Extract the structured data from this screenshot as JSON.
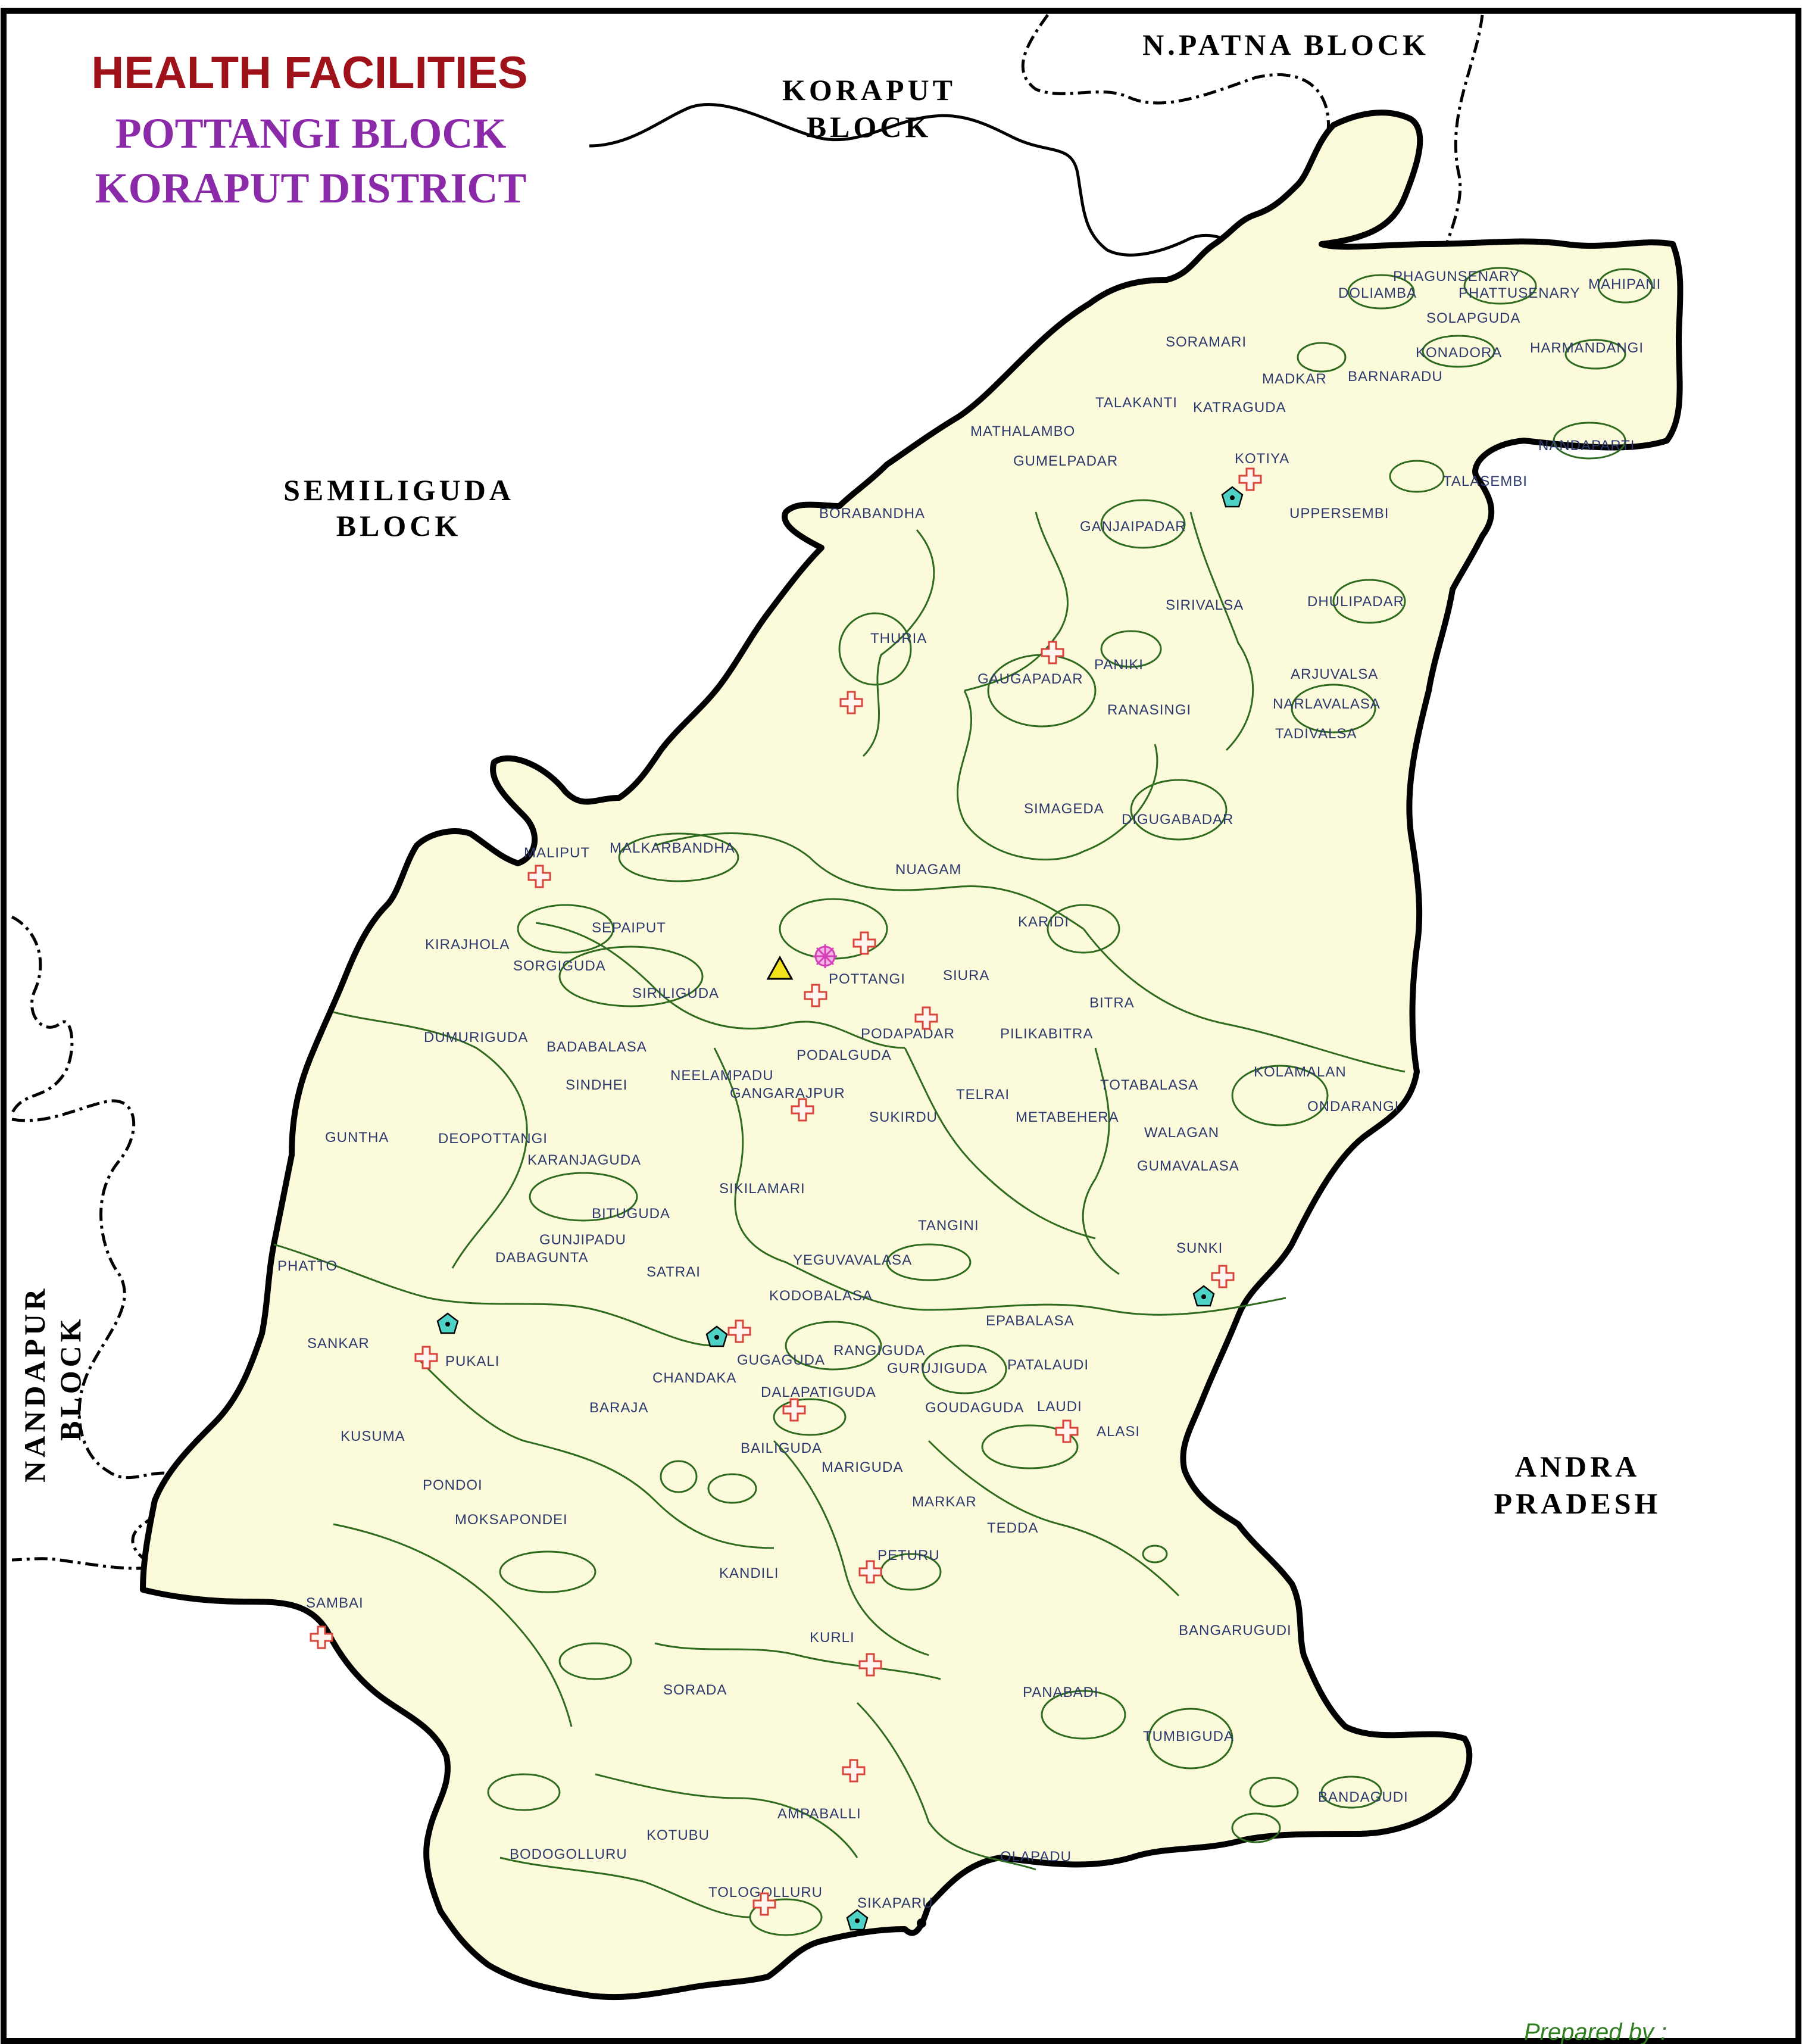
{
  "title": {
    "line1": "HEALTH FACILITIES",
    "line2": "POTTANGI BLOCK",
    "line3": "KORAPUT DISTRICT"
  },
  "colors": {
    "title_red": "#a0121a",
    "title_purple": "#8a2aa8",
    "land_fill": "#fbfbdc",
    "boundary": "#000000",
    "village_outline": "#2f6b1e",
    "phc_red": "#d9453a",
    "subcentre_cyan": "#4fd2c6",
    "chc_magenta": "#d63fb8",
    "hospital_yellow": "#f2e21c",
    "footer_green": "#2e7d1f"
  },
  "neighbors": [
    {
      "id": "koraput",
      "lines": [
        "KORAPUT",
        "BLOCK"
      ]
    },
    {
      "id": "npatna",
      "lines": [
        "N.PATNA BLOCK"
      ]
    },
    {
      "id": "semiliguda",
      "lines": [
        "SEMILIGUDA",
        "BLOCK"
      ]
    },
    {
      "id": "nandapur",
      "lines": [
        "NANDAPUR",
        "BLOCK"
      ]
    },
    {
      "id": "andhra",
      "lines": [
        "ANDRA",
        "PRADESH"
      ]
    }
  ],
  "footer": {
    "prepared_by": "Prepared by :"
  },
  "villages": [
    "PHAGUNSENARY",
    "DOLIAMBA",
    "PHATTUSENARY",
    "MAHIPANI",
    "SOLAPGUDA",
    "SORAMARI",
    "KONADORA",
    "HARMANDANGI",
    "MADKAR",
    "BARNARADU",
    "TALAKANTI",
    "KATRAGUDA",
    "MATHALAMBO",
    "NANDAPARTI",
    "GUMELPADAR",
    "KOTIYA",
    "TALASEMBI",
    "BORABANDHA",
    "UPPERSEMBI",
    "GANJAIPADAR",
    "SIRIVALSA",
    "DHULIPADAR",
    "THURIA",
    "PANIKI",
    "GAUGAPADAR",
    "ARJUVALSA",
    "NARLAVALASA",
    "RANASINGI",
    "TADIVALSA",
    "SIMAGEDA",
    "DIGUGABADAR",
    "MALIPUT",
    "MALKARBANDHA",
    "NUAGAM",
    "KIRAJHOLA",
    "SEPAIPUT",
    "KARIDI",
    "SORGIGUDA",
    "POTTANGI",
    "SIURA",
    "SIRILIGUDA",
    "BITRA",
    "PODAPADAR",
    "DUMURIGUDA",
    "PILIKABITRA",
    "BADABALASA",
    "PODALGUDA",
    "NEELAMPADU",
    "SINDHEI",
    "TOTABALASA",
    "KOLAMALAN",
    "GANGARAJPUR",
    "TELRAI",
    "ONDARANGI",
    "SUKIRDU",
    "METABEHERA",
    "GUNTHA",
    "DEOPOTTANGI",
    "WALAGAN",
    "KARANJAGUDA",
    "GUMAVALASA",
    "SIKILAMARI",
    "BITUGUDA",
    "TANGINI",
    "GUNJIPADU",
    "DABAGUNTA",
    "SUNKI",
    "PHATTO",
    "YEGUVAVALASA",
    "SATRAI",
    "KODOBALASA",
    "EPABALASA",
    "SANKAR",
    "PUKALI",
    "RANGIGUDA",
    "GUGAGUDA",
    "GURUJIGUDA",
    "PATALAUDI",
    "CHANDAKA",
    "DALAPATIGUDA",
    "GOUDAGUDA",
    "LAUDI",
    "BARAJA",
    "ALASI",
    "KUSUMA",
    "BAILIGUDA",
    "MARIGUDA",
    "PONDOI",
    "MARKAR",
    "MOKSAPONDEI",
    "TEDDA",
    "PETURU",
    "KANDILI",
    "SAMBAI",
    "BANGARUGUDI",
    "KURLI",
    "SORADA",
    "PANABADI",
    "TUMBIGUDA",
    "AMPABALLI",
    "BANDAGUDI",
    "BODOGOLLURU",
    "KOTUBU",
    "OLAPADU",
    "TOLOGOLLURU",
    "SIKAPARU"
  ]
}
